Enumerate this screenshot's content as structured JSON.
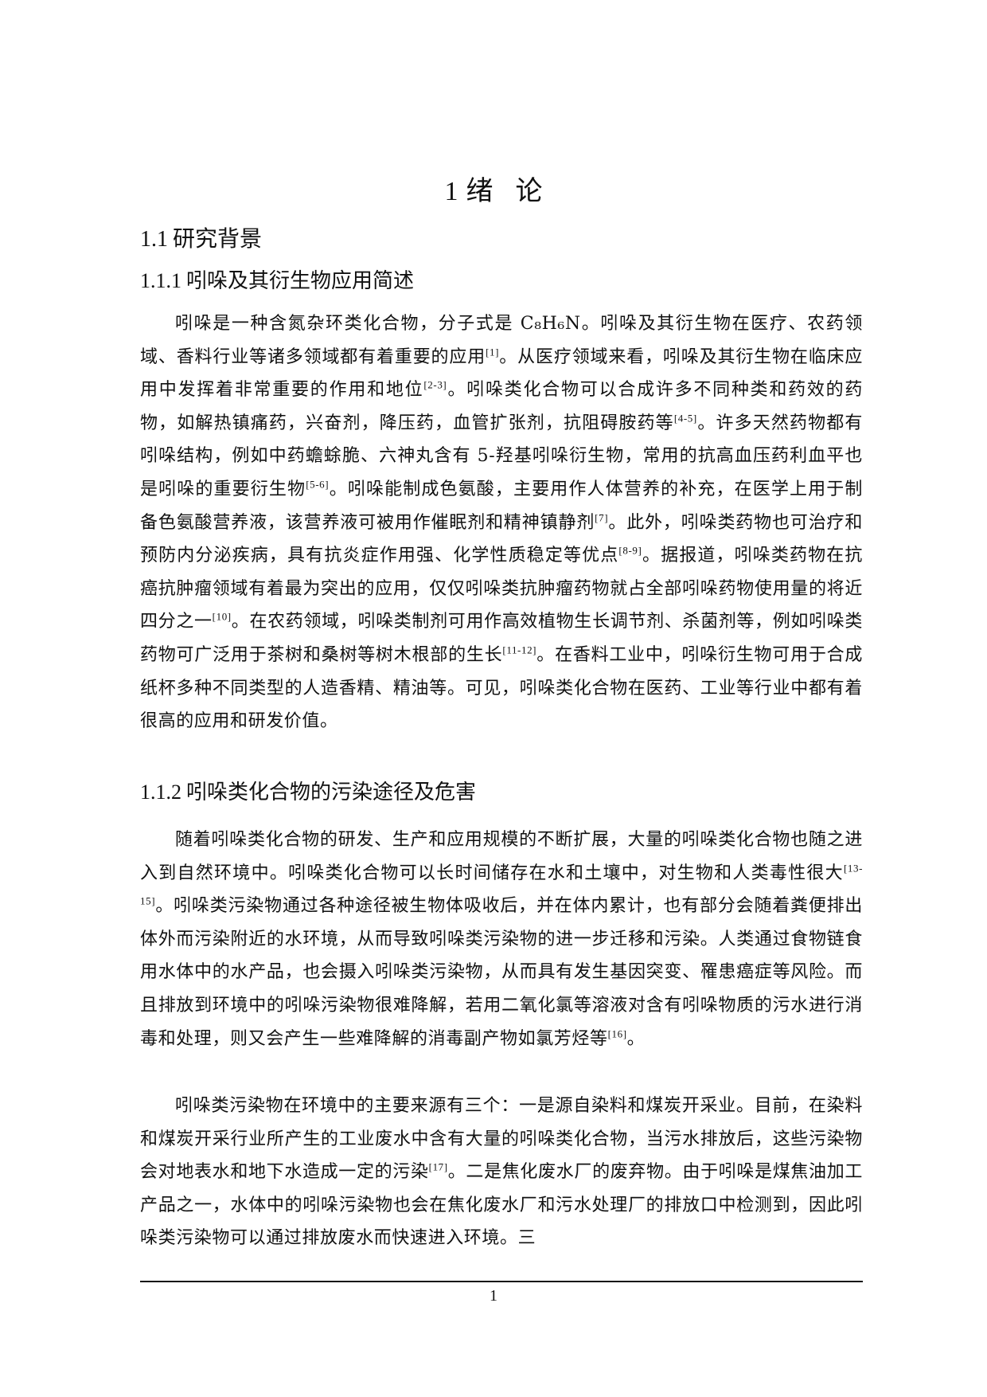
{
  "chapter": {
    "number": "1",
    "title_char1": "绪",
    "title_char2": "论"
  },
  "section": {
    "number": "1.1",
    "title": "研究背景"
  },
  "subsections": [
    {
      "number": "1.1.1",
      "title": "吲哚及其衍生物应用简述"
    },
    {
      "number": "1.1.2",
      "title": "吲哚类化合物的污染途径及危害"
    }
  ],
  "paragraphs": [
    "吲哚是一种含氮杂环类化合物，分子式是 C₈H₆N。吲哚及其衍生物在医疗、农药领域、香料行业等诸多领域都有着重要的应用[1]。从医疗领域来看，吲哚及其衍生物在临床应用中发挥着非常重要的作用和地位[2-3]。吲哚类化合物可以合成许多不同种类和药效的药物，如解热镇痛药，兴奋剂，降压药，血管扩张剂，抗阻碍胺药等[4-5]。许多天然药物都有吲哚结构，例如中药蟾蜍脆、六神丸含有 5-羟基吲哚衍生物，常用的抗高血压药利血平也是吲哚的重要衍生物[5-6]。吲哚能制成色氨酸，主要用作人体营养的补充，在医学上用于制备色氨酸营养液，该营养液可被用作催眠剂和精神镇静剂[7]。此外，吲哚类药物也可治疗和预防内分泌疾病，具有抗炎症作用强、化学性质稳定等优点[8-9]。据报道，吲哚类药物在抗癌抗肿瘤领域有着最为突出的应用，仅仅吲哚类抗肿瘤药物就占全部吲哚药物使用量的将近四分之一[10]。在农药领域，吲哚类制剂可用作高效植物生长调节剂、杀菌剂等，例如吲哚类药物可广泛用于茶树和桑树等树木根部的生长[11-12]。在香料工业中，吲哚衍生物可用于合成纸杯多种不同类型的人造香精、精油等。可见，吲哚类化合物在医药、工业等行业中都有着很高的应用和研发价值。",
    "随着吲哚类化合物的研发、生产和应用规模的不断扩展，大量的吲哚类化合物也随之进入到自然环境中。吲哚类化合物可以长时间储存在水和土壤中，对生物和人类毒性很大[13-15]。吲哚类污染物通过各种途径被生物体吸收后，并在体内累计，也有部分会随着粪便排出体外而污染附近的水环境，从而导致吲哚类污染物的进一步迁移和污染。人类通过食物链食用水体中的水产品，也会摄入吲哚类污染物，从而具有发生基因突变、罹患癌症等风险。而且排放到环境中的吲哚污染物很难降解，若用二氧化氯等溶液对含有吲哚物质的污水进行消毒和处理，则又会产生一些难降解的消毒副产物如氯芳烃等[16]。",
    "吲哚类污染物在环境中的主要来源有三个：一是源自染料和煤炭开采业。目前，在染料和煤炭开采行业所产生的工业废水中含有大量的吲哚类化合物，当污水排放后，这些污染物会对地表水和地下水造成一定的污染[17]。二是焦化废水厂的废弃物。由于吲哚是煤焦油加工产品之一，水体中的吲哚污染物也会在焦化废水厂和污水处理厂的排放口中检测到，因此吲哚类污染物可以通过排放废水而快速进入环境。三"
  ],
  "footer": {
    "page_number": "1"
  }
}
